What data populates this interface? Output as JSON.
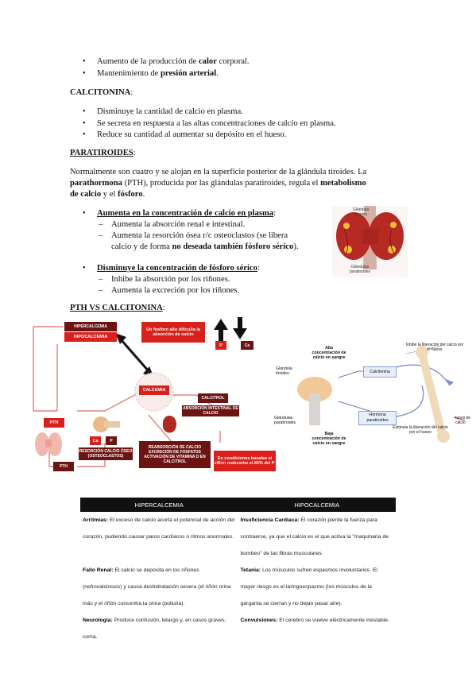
{
  "top_bullets": [
    {
      "pre": "Aumento de la producción de ",
      "bold": "calor",
      "post": " corporal."
    },
    {
      "pre": "Mantenimiento de ",
      "bold": "presión arterial",
      "post": "."
    }
  ],
  "calcitonina": {
    "heading": "CALCITONINA",
    "colon": ":",
    "items": [
      "Disminuye la cantidad de calcio en plasma.",
      "Se secreta en respuesta a las altas concentraciones de calcio en plasma.",
      "Reduce su cantidad al aumentar su depósito en el hueso."
    ]
  },
  "paratiroides": {
    "heading": "PARATIROIDES",
    "colon": ":",
    "p1_line1": "Normalmente son cuatro y se alojan en la superficie posterior de la glándula tiroides. La",
    "p1_line2_bold": "parathormona",
    "p1_line2_rest": " (PTH), producida por las glándulas paratiroides, regula el ",
    "p1_line2_bold2": "metabolismo",
    "p1_line3_bold": "de calcio",
    "p1_line3_mid": " y el ",
    "p1_line3_bold2": "fósforo",
    "p1_line3_end": ".",
    "b1_title": "Aumenta en la concentración de calcio en plasma",
    "b1_colon": ":",
    "b1_items": [
      "Aumenta la absorción renal e intestinal.",
      "Aumenta la resorción ósea r/c osteoclastos (se libera",
      "calcio y de forma"
    ],
    "b1_bold_end": "no deseada también fósforo sérico",
    "b1_end": ").",
    "b2_title": "Disminuye la concentración de fósforo sérico",
    "b2_colon": ":",
    "b2_items": [
      "Inhibe la absorción por los riñones.",
      "Aumenta la excreción por los riñones."
    ],
    "gland_labels": [
      "Glándula",
      "tiroides",
      "Glándulas",
      "paratiroides"
    ]
  },
  "pth_vs": {
    "heading": "PTH VS CALCITONINA",
    "colon": ":"
  },
  "diagram1": {
    "hipercalcemia": "HIPERCALCEMIA",
    "hipocalcemia": "HIPOCALCEMIA",
    "fosforo_box": "Un fosforo alto dificulta la absorción de calcio",
    "p": "P",
    "ca": "Ca",
    "calcemia": "CALCEMIA",
    "calcitrol": "CALCITROL",
    "abs_intestinal": "ABSORCIÓN INTESTINAL DE CALCIO",
    "pth1": "PTH",
    "pth2": "PTH",
    "resorcion": "RESORCIÓN CALCIO ÓSEO (OSTEOCLASTOS)",
    "reabsorcion": "REABSORCIÓN DE CALCIO EXCRECIÓN DE FOSFATOS ACTIVACIÓN DE VITAMINA D EN CALCITROL",
    "basales": "En condiciones basales el riñón reabsorbe el 85% del P"
  },
  "diagram2": {
    "alta": "Alta concentración de calcio en sangre",
    "glandula_tiroides": "Glándula tiroides",
    "calcitonina": "Calcitonina",
    "inhibe": "Inhibe la liberación del calcio por el hueso",
    "glandulas_paratiroides": "Glándulas paratiroides",
    "hormona": "Hormona paratiroides",
    "baja": "Baja concentración de calcio en sangre",
    "estimula": "Estimula la liberación del calcio por el hueso",
    "iones": "Iones de calcio"
  },
  "table": {
    "headers": [
      "HIPERCALCEMIA",
      "HIPOCALCEMIA"
    ],
    "rows": [
      [
        {
          "bold": "Arritmias:",
          "text": " El exceso de calcio acorta el potencial de acción del corazón, pudiendo causar paros cardíacos o ritmos anormales."
        },
        {
          "bold": "Insuficiencia Cardiaca:",
          "text": " El corazón pierde la fuerza para contraerse, ya que el calcio es el que activa la \"maquinaria de bombeo\" de las fibras musculares."
        }
      ],
      [
        {
          "bold": "Fallo Renal:",
          "text": " El calcio se deposita en los riñones (nefrocalcinosis) y causa deshidratación severa (el riñón orina más y el riñón concentra la orina (poliuria)."
        },
        {
          "bold": "Tetania:",
          "text": " Los músculos sufren espasmos involuntarios. El mayor riesgo es el laringoespasmo (los músculos de la garganta se cierran y no dejan pasar aire)."
        }
      ],
      [
        {
          "bold": "Neurología:",
          "text": " Produce confusión, letargo y, en casos graves, coma."
        },
        {
          "bold": "Convulsiones:",
          "text": " El cerebro se vuelve eléctricamente inestable."
        }
      ]
    ]
  }
}
